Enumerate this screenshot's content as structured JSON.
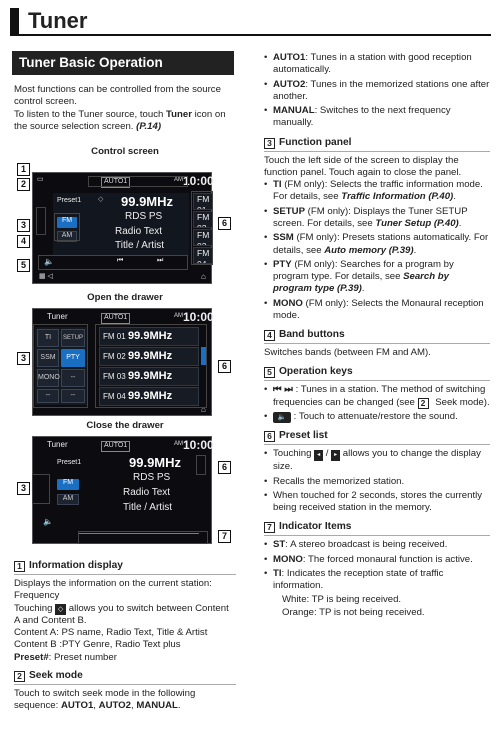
{
  "page_title": "Tuner",
  "section_title": "Tuner Basic Operation",
  "intro": [
    "Most functions can be controlled from the source control screen.",
    "To listen to the Tuner source, touch ",
    "Tuner",
    " icon on the source selection screen. ",
    "(P.14)"
  ],
  "labels": {
    "control_screen": "Control screen",
    "open_drawer": "Open the drawer",
    "close_drawer": "Close the drawer"
  },
  "screen": {
    "source_badge": "AUTO1",
    "am_pm": "AM",
    "clock": "10:00",
    "preset_label": "Preset1",
    "frequency": "99.9MHz",
    "rds_ps": "RDS PS",
    "radio_text": "Radio Text",
    "title_artist": "Title / Artist",
    "fm_label": "FM",
    "am_label": "AM",
    "side_presets": [
      "FM 01",
      "FM 02",
      "FM 03",
      "FM 04"
    ],
    "tuner_label": "Tuner",
    "drawer_buttons": [
      "TI",
      "SETUP",
      "SSM",
      "PTY",
      "MONO",
      "--",
      "--",
      "--"
    ],
    "drawer_presets": [
      {
        "num": "FM 01",
        "freq": "99.9MHz"
      },
      {
        "num": "FM 02",
        "freq": "99.9MHz"
      },
      {
        "num": "FM 03",
        "freq": "99.9MHz"
      },
      {
        "num": "FM 04",
        "freq": "99.9MHz"
      }
    ]
  },
  "callouts": [
    "1",
    "2",
    "3",
    "4",
    "5",
    "6",
    "7"
  ],
  "sections": {
    "info_display": {
      "num": "1",
      "title": "Information display",
      "body": [
        "Displays the information on the current station: Frequency",
        "Touching",
        "allows you to switch between Content A and Content B.",
        "Content A: PS name, Radio Text, Title & Artist",
        "Content B :PTY Genre, Radio Text plus"
      ],
      "preset_term": "Preset#",
      "preset_desc": ": Preset number"
    },
    "seek_mode": {
      "num": "2",
      "title": "Seek mode",
      "body": "Touch to switch seek mode in the following sequence: ",
      "sequence": [
        "AUTO1",
        "AUTO2",
        "MANUAL"
      ],
      "items": [
        {
          "term": "AUTO1",
          "desc": ": Tunes in a station with good reception automatically."
        },
        {
          "term": "AUTO2",
          "desc": ": Tunes in the memorized stations one after another."
        },
        {
          "term": "MANUAL",
          "desc": ": Switches to the next frequency manually."
        }
      ]
    },
    "function_panel": {
      "num": "3",
      "title": "Function panel",
      "intro": "Touch the left side of the screen to display the function panel. Touch again to close the panel.",
      "items": [
        {
          "term": "TI",
          "desc": " (FM only): Selects the traffic information mode. For details, see ",
          "ref": "Traffic Information (P.40)",
          "end": "."
        },
        {
          "term": "SETUP",
          "desc": " (FM only): Displays the Tuner SETUP screen. For details, see ",
          "ref": "Tuner Setup (P.40)",
          "end": "."
        },
        {
          "term": "SSM",
          "desc": " (FM only): Presets stations automatically. For details, see ",
          "ref": "Auto memory (P.39)",
          "end": "."
        },
        {
          "term": "PTY",
          "desc": " (FM only): Searches for a program by program type. For details, see ",
          "ref": "Search by program type (P.39)",
          "end": "."
        },
        {
          "term": "MONO",
          "desc": " (FM only): Selects the Monaural reception mode.",
          "ref": "",
          "end": ""
        }
      ]
    },
    "band_buttons": {
      "num": "4",
      "title": "Band buttons",
      "body": "Switches bands (between FM and AM)."
    },
    "operation_keys": {
      "num": "5",
      "title": "Operation keys",
      "seek_desc": ": Tunes in a station. The method of switching frequencies can be changed (see ",
      "seek_ref": "2",
      "seek_end": " Seek mode).",
      "mute_desc": ": Touch to attenuate/restore the sound."
    },
    "preset_list": {
      "num": "6",
      "title": "Preset list",
      "items": [
        "Touching",
        "/",
        "allows you to change the display size.",
        "Recalls the memorized station.",
        "When touched for 2 seconds, stores the currently being received station in the memory."
      ]
    },
    "indicator_items": {
      "num": "7",
      "title": "Indicator Items",
      "items": [
        {
          "term": "ST",
          "desc": ": A stereo broadcast is being received."
        },
        {
          "term": "MONO",
          "desc": ": The forced monaural function is active."
        },
        {
          "term": "TI",
          "desc": ": Indicates the reception state of traffic information."
        }
      ],
      "white": "White: TP is being received.",
      "orange": "Orange: TP is not being received."
    }
  }
}
